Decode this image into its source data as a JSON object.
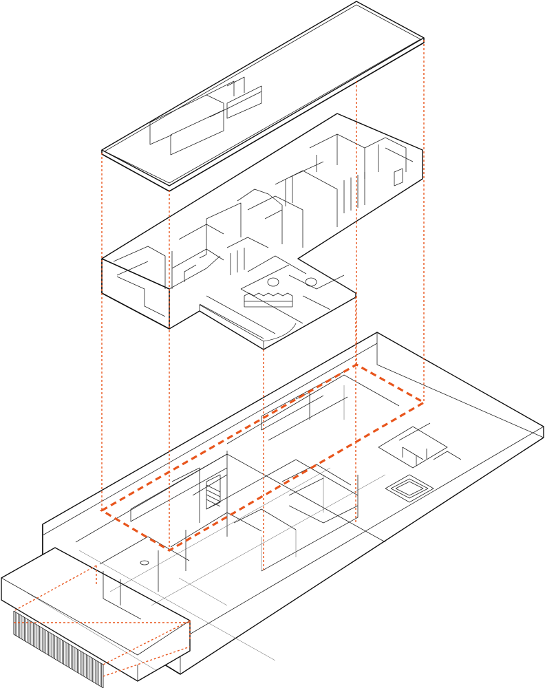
{
  "diagram": {
    "type": "exploded axonometric",
    "components": [
      "roof",
      "upper-floor",
      "ground-floor"
    ],
    "colors": {
      "line": "#111111",
      "projection": "#e8551c",
      "background": "#ffffff"
    }
  }
}
